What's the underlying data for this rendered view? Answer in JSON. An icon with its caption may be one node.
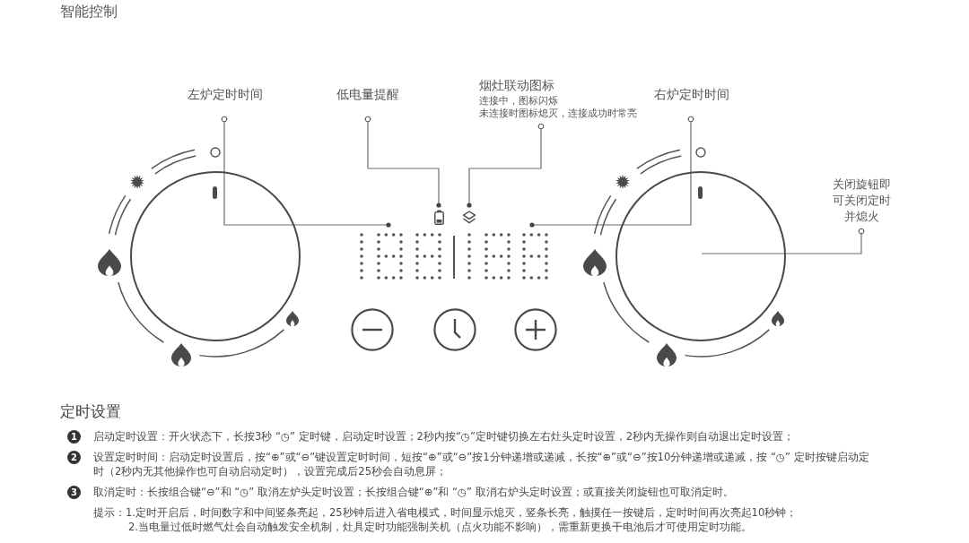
{
  "diagram": {
    "title": "智能控制",
    "nodes": [
      {
        "text": [
          "左炉定时时间"
        ]
      },
      {
        "text": [
          "低电量提醒"
        ]
      },
      {
        "text": [
          "烟灶联动图标",
          "连接中，图标闪烁",
          "未连接时图标熄灭，连接成功时常亮"
        ]
      },
      {
        "text": [
          "右炉定时时间"
        ]
      },
      {
        "text": [
          "关闭旋钮即可关闭定时并熄火"
        ]
      },
      {
        "text": [],
        "shape": "circle"
      },
      {
        "text": [],
        "shape": "picture"
      },
      {
        "text": [],
        "shape": "picture"
      },
      {
        "text": [],
        "shape": "picture"
      },
      {
        "text": [],
        "shape": "picture"
      },
      {
        "text": [],
        "shape": "circle"
      }
    ],
    "edges": [
      {
        "from": 0,
        "to": 8,
        "arrow": "other"
      },
      {
        "from": 1,
        "to": 6,
        "arrow": "other"
      },
      {
        "from": 2,
        "to": 7,
        "arrow": "other"
      },
      {
        "from": 3,
        "to": 9,
        "arrow": "other"
      },
      {
        "from": 4,
        "to": 10,
        "arrow": "other"
      }
    ],
    "labels": [
      "定时设置",
      "1",
      "启动定时设置：开火状态下，长按3秒 “◷” 定时键，启动定时设置；2秒内按“◷”定时键切换左右灶头定时设置，2秒内无操作则自动退出定时设置；",
      "2",
      "设置定时时间：启动定时设置后，按“⊕”或“⊖”键设置定时时间，短按“⊕”或“⊖”按1分钟递增或递减，长按“⊕”或“⊖”按10分钟递增或递减，按 “◷” 定时按键启动定时（2秒内无其他操作也可自动启动定时），设置完成后25秒会自动息屏；",
      "3",
      "取消定时：长按组合键“⊖”和 “◷” 取消左炉头定时设置；长按组合键“⊕”和 “◷” 取消右炉头定时设置；或直接关闭旋钮也可取消定时。",
      "提示：",
      "1.定时开启后，时间数字和中间竖条亮起，25秒钟后进入省电模式，时间显示熄灭，竖条长亮，触摸任一按键后，定时时间再次亮起10秒钟；",
      "2.当电量过低时燃气灶会自动触发安全机制，灶具定时功能强制关机（点火功能不影响），需重新更换干电池后才可使用定时功能。"
    ]
  }
}
